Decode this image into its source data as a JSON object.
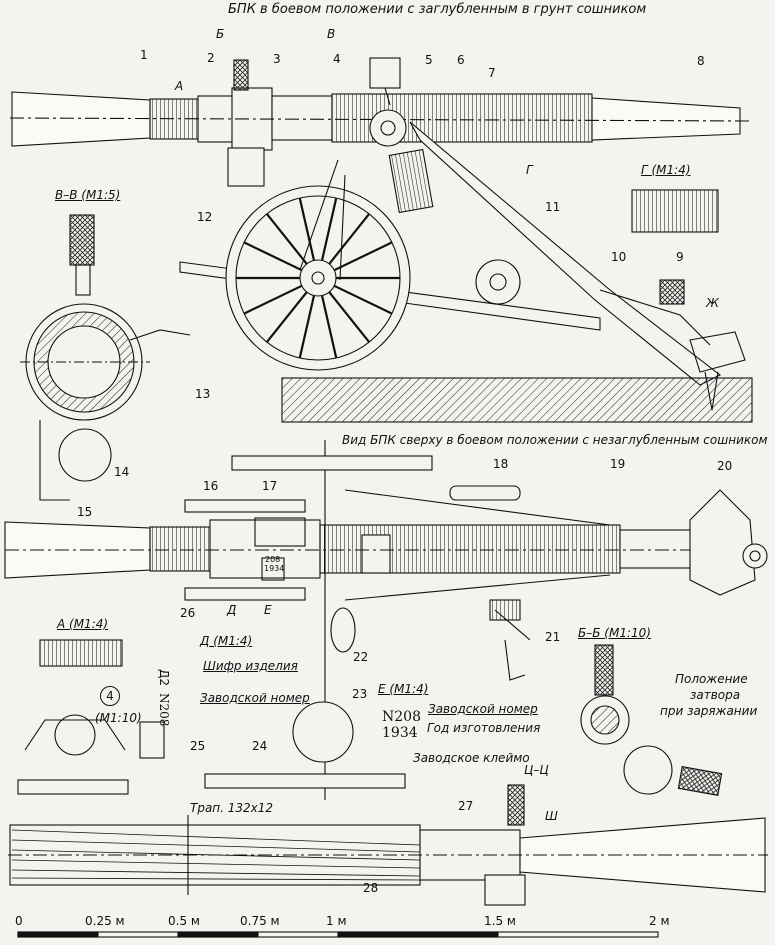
{
  "header": {
    "title": "БПК в боевом положении с заглубленным в грунт сошником"
  },
  "side_view": {
    "section_marks": [
      "Б",
      "В"
    ],
    "callouts": [
      "1",
      "2",
      "3",
      "4",
      "5",
      "6",
      "7",
      "8",
      "9",
      "10",
      "11",
      "12"
    ],
    "letters": {
      "a": "А",
      "g": "Г",
      "zh": "Ж"
    }
  },
  "section_vv": {
    "title": "В–В (М1:5)",
    "callouts": [
      "13",
      "14",
      "15"
    ]
  },
  "detail_g": {
    "title": "Г (М1:4)"
  },
  "top_view": {
    "title": "Вид БПК сверху в боевом положении с незаглубленным сошником",
    "callouts": [
      "16",
      "17",
      "18",
      "19",
      "20",
      "21",
      "22",
      "23",
      "24",
      "25",
      "26"
    ],
    "letters": {
      "d": "Д",
      "e": "Е"
    },
    "plate_text": [
      "208",
      "1934"
    ]
  },
  "detail_a": {
    "title": "А (М1:4)"
  },
  "detail_4": {
    "circle": "4",
    "scale": "(М1:10)"
  },
  "detail_d": {
    "title": "Д (М1:4)",
    "mark": "Д2",
    "mark_label": "Шифр изделия",
    "serial": "N208",
    "serial_label": "Заводской номер"
  },
  "detail_e": {
    "title": "Е (М1:4)",
    "serial": "N208",
    "serial_label": "Заводской номер",
    "year": "1934",
    "year_label": "Год изготовления",
    "stamp_label": "Заводское клеймо"
  },
  "section_bb": {
    "title": "Б–Б (М1:10)",
    "note": [
      "Положение",
      "затвора",
      "при заряжании"
    ]
  },
  "section_cc": {
    "title": "Ц–Ц"
  },
  "bottom_view": {
    "thread": "Трап. 132х12",
    "callouts": [
      "27",
      "28"
    ],
    "letter": "Ш"
  },
  "scale_bar": {
    "labels": [
      "0",
      "0.25 м",
      "0.5 м",
      "0.75 м",
      "1 м",
      "1.5 м",
      "2 м"
    ]
  }
}
